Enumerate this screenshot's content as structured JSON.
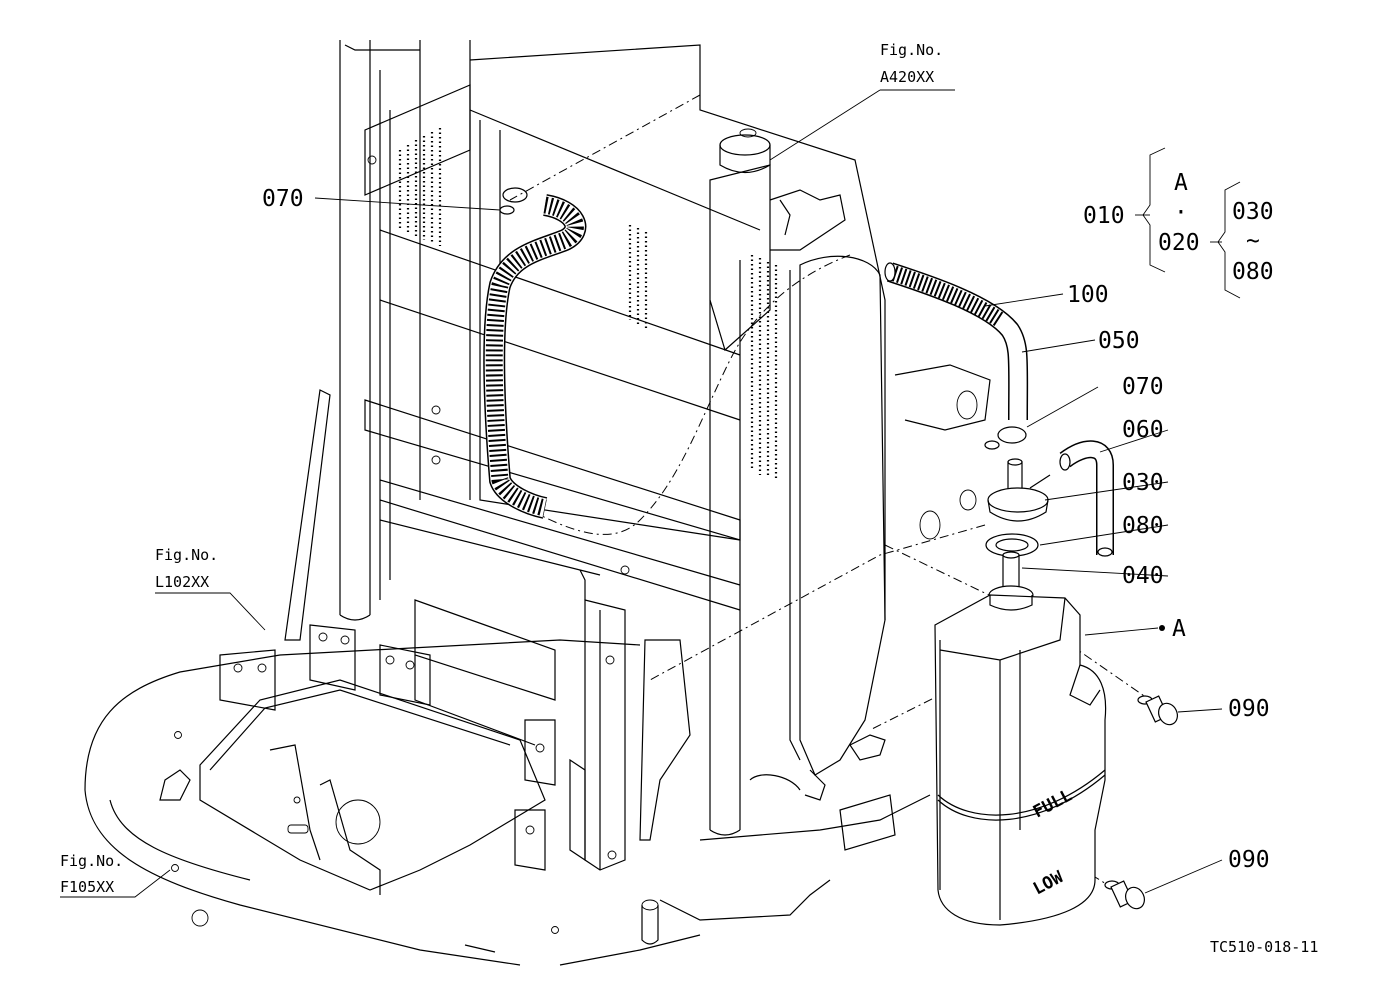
{
  "labels": {
    "ref_a420": [
      "Fig.No.",
      "A420XX"
    ],
    "ref_l102": [
      "Fig.No.",
      "L102XX"
    ],
    "ref_f105": [
      "Fig.No.",
      "F105XX"
    ],
    "p070_top": "070",
    "p010": "010",
    "p020": "020",
    "pA_group": "A",
    "dot": "·",
    "p030_grp": "030",
    "tilde": "~",
    "p080_grp": "080",
    "p100": "100",
    "p050": "050",
    "p070_right": "070",
    "p060": "060",
    "p030": "030",
    "p080": "080",
    "p040": "040",
    "pA_ref": "A",
    "p090_top": "090",
    "p090_bottom": "090",
    "tank_full": "FULL",
    "tank_low": "LOW",
    "drawing_code": "TC510-018-11"
  }
}
